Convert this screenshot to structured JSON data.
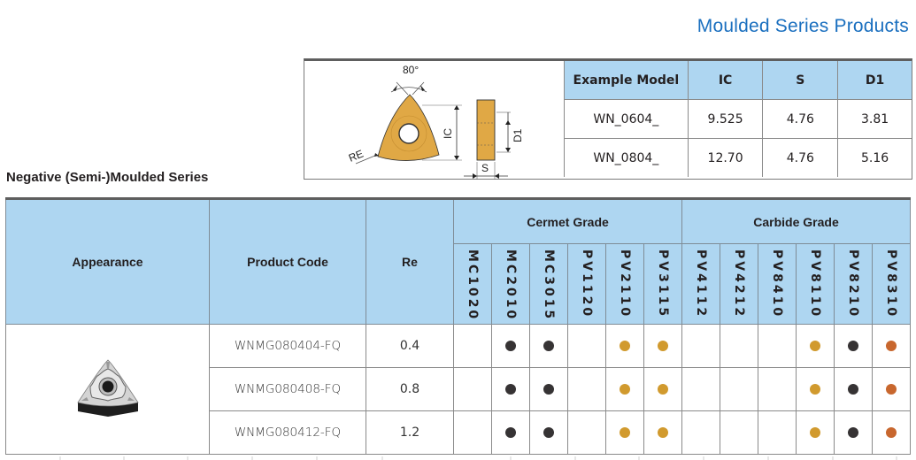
{
  "page_title": "Moulded Series Products",
  "section_title": "Negative (Semi-)Moulded Series",
  "diagram": {
    "icon": "wnmg-insert-dimension-diagram",
    "labels": {
      "angle": "80°",
      "ic": "IC",
      "re": "RE",
      "s": "S",
      "d1": "D1"
    },
    "insert_color": "#e0a845"
  },
  "spec_table": {
    "headers": [
      "Example Model",
      "IC",
      "S",
      "D1"
    ],
    "rows": [
      [
        "WN_0604_",
        "9.525",
        "4.76",
        "3.81"
      ],
      [
        "WN_0804_",
        "12.70",
        "4.76",
        "5.16"
      ]
    ]
  },
  "main_table": {
    "headers": {
      "appearance": "Appearance",
      "product_code": "Product Code",
      "re": "Re",
      "cermet_group": "Cermet Grade",
      "carbide_group": "Carbide Grade"
    },
    "cermet_grades": [
      "MC1020",
      "MC2010",
      "MC3015",
      "PV1120",
      "PV2110",
      "PV3115"
    ],
    "carbide_grades": [
      "PV4112",
      "PV4212",
      "PV8410",
      "PV8110",
      "PV8210",
      "PV8310"
    ],
    "appearance_icon": "wnmg-insert-image",
    "dot_colors": {
      "black": "#363334",
      "gold": "#d19a2e",
      "orange": "#c8672e"
    },
    "rows": [
      {
        "code": "WNMG080404-FQ",
        "re": "0.4",
        "marks": [
          "",
          "black",
          "black",
          "",
          "gold",
          "gold",
          "",
          "",
          "",
          "gold",
          "black",
          "orange"
        ]
      },
      {
        "code": "WNMG080408-FQ",
        "re": "0.8",
        "marks": [
          "",
          "black",
          "black",
          "",
          "gold",
          "gold",
          "",
          "",
          "",
          "gold",
          "black",
          "orange"
        ]
      },
      {
        "code": "WNMG080412-FQ",
        "re": "1.2",
        "marks": [
          "",
          "black",
          "black",
          "",
          "gold",
          "gold",
          "",
          "",
          "",
          "gold",
          "black",
          "orange"
        ]
      }
    ]
  },
  "colors": {
    "header_bg": "#aed6f1",
    "title_blue": "#1a6fbf"
  }
}
